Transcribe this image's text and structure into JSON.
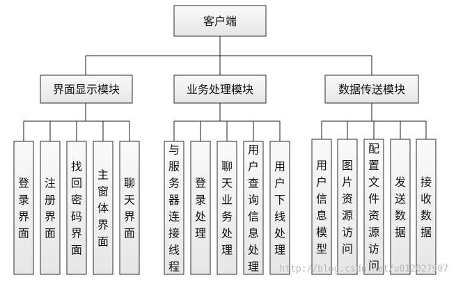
{
  "root": {
    "label": "客户端"
  },
  "modules": [
    {
      "label": "界面显示模块",
      "children": [
        "登录界面",
        "注册界面",
        "找回密码界面",
        "主窗体界面",
        "聊天界面"
      ]
    },
    {
      "label": "业务处理模块",
      "children": [
        "与服务器连接线程",
        "登录处理",
        "聊天业务处理",
        "用户查询信息处理",
        "用户下线处理"
      ]
    },
    {
      "label": "数据传送模块",
      "children": [
        "用户信息模型",
        "图片资源访问",
        "配置文件资源访问",
        "发送数据",
        "接收数据"
      ]
    }
  ],
  "watermark": "http://blog.csdn.net/u012027907"
}
